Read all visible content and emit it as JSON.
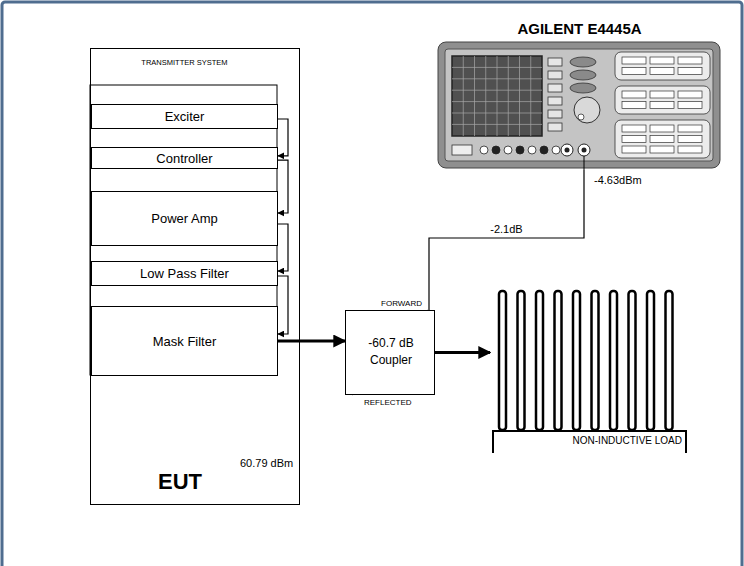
{
  "diagram": {
    "nodes": [
      {
        "text": [
          "TRANSMITTER SYSTEM",
          "EUT"
        ]
      },
      {
        "text": [
          "Exciter"
        ],
        "in": 0
      },
      {
        "text": [
          "Controller"
        ],
        "in": 0
      },
      {
        "text": [
          "Power Amp"
        ],
        "in": 0
      },
      {
        "text": [
          "Low Pass Filter"
        ],
        "in": 0
      },
      {
        "text": [
          "Mask Filter"
        ],
        "in": 0
      },
      {
        "text": [
          "FORWARD",
          "-60.7 dB Coupler",
          "REFLECTED"
        ]
      },
      {
        "text": [
          "AGILENT E4445A"
        ]
      },
      {
        "text": [
          "NON-INDUCTIVE LOAD"
        ]
      }
    ],
    "edges": [
      {
        "from": 1,
        "to": 2,
        "arrow": "to"
      },
      {
        "from": 2,
        "to": 3,
        "arrow": "to"
      },
      {
        "from": 3,
        "to": 4,
        "arrow": "to"
      },
      {
        "from": 4,
        "to": 5,
        "arrow": "to"
      },
      {
        "from": 5,
        "to": 6,
        "arrow": "to"
      },
      {
        "from": 6,
        "to": 8,
        "arrow": "to"
      },
      {
        "from": 6,
        "to": 7,
        "label": "-2.1dB",
        "arrow": "none"
      }
    ],
    "labels": [
      "60.79 dBm",
      "-4.63dBm"
    ]
  }
}
